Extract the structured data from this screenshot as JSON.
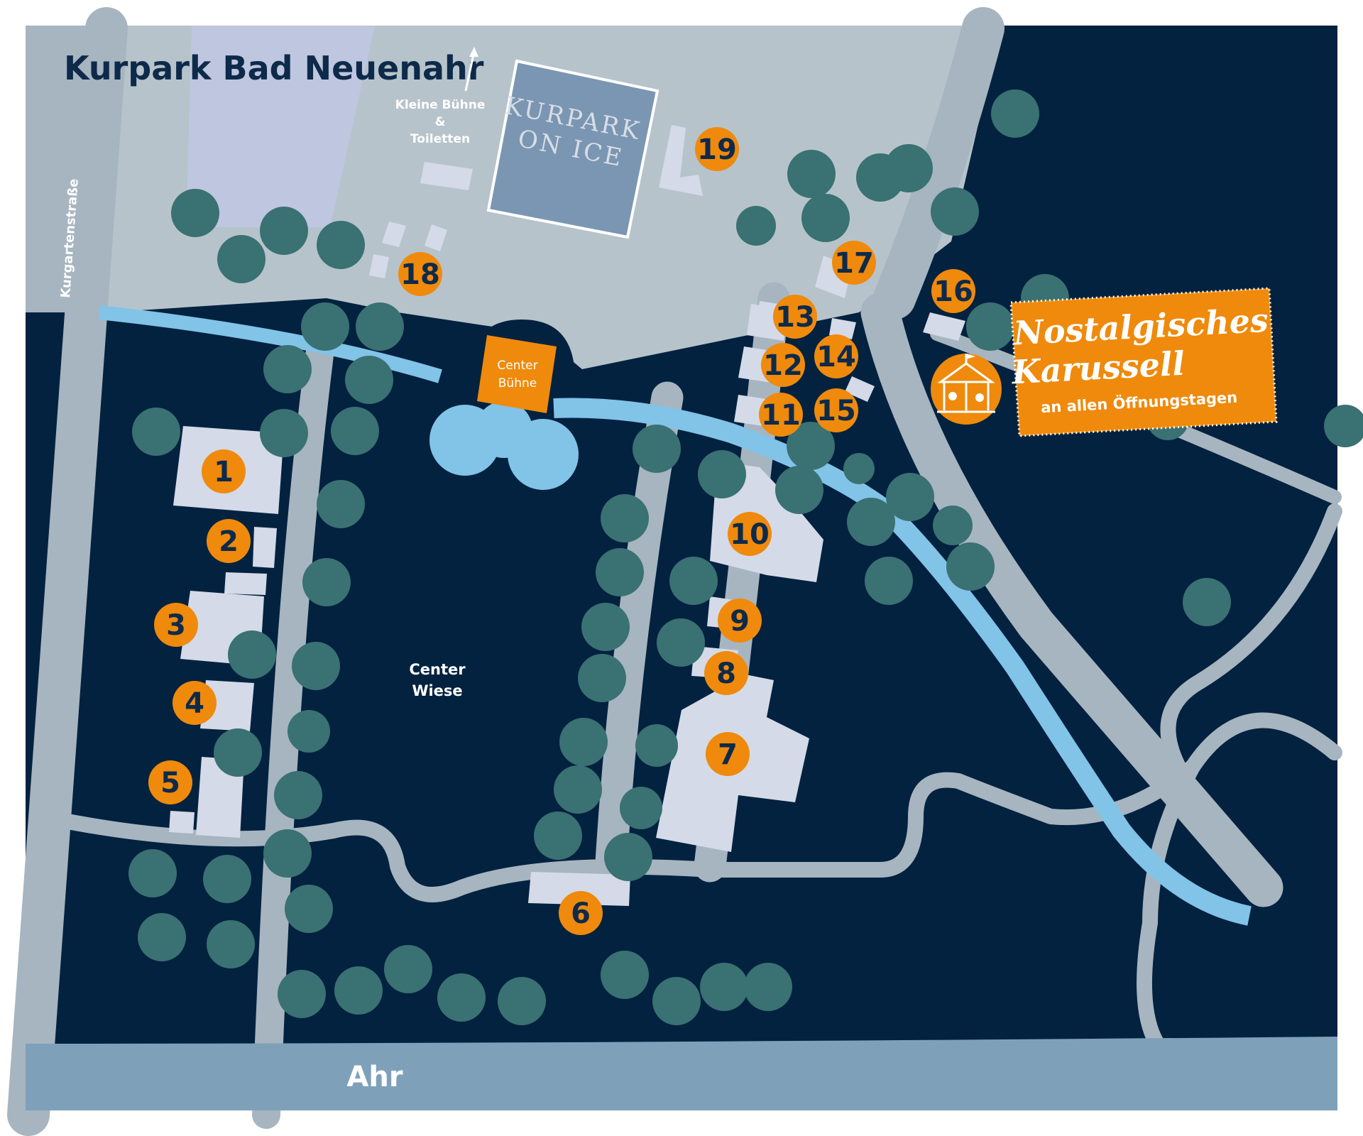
{
  "map": {
    "title": "Kurpark Bad Neuenahr",
    "street_label": "Kurgartenstraße",
    "river_label": "Ahr",
    "field_label_line1": "Center",
    "field_label_line2": "Wiese",
    "stage_line1": "Center",
    "stage_line2": "Bühne",
    "direction_line1": "Kleine Bühne",
    "direction_line2": "&",
    "direction_line3": "Toiletten",
    "logo_line1": "KURPARK",
    "logo_line2": "ON ICE",
    "colors": {
      "background": "#03223f",
      "paths": "#a7b5c0",
      "plaza": "#b7c3cb",
      "water": "#82c3e8",
      "river": "#7ea1b9",
      "trees": "#3a7173",
      "buildings": "#d4dae8",
      "marker": "#ef8a0c",
      "ice_rink": "#7b96b2"
    }
  },
  "markers": [
    "1",
    "2",
    "3",
    "4",
    "5",
    "6",
    "7",
    "8",
    "9",
    "10",
    "11",
    "12",
    "13",
    "14",
    "15",
    "16",
    "17",
    "18",
    "19"
  ],
  "promo": {
    "title_line1": "Nostalgisches",
    "title_line2": "Karussell",
    "subtitle": "an allen Öffnungstagen",
    "icon": "carousel-icon"
  }
}
